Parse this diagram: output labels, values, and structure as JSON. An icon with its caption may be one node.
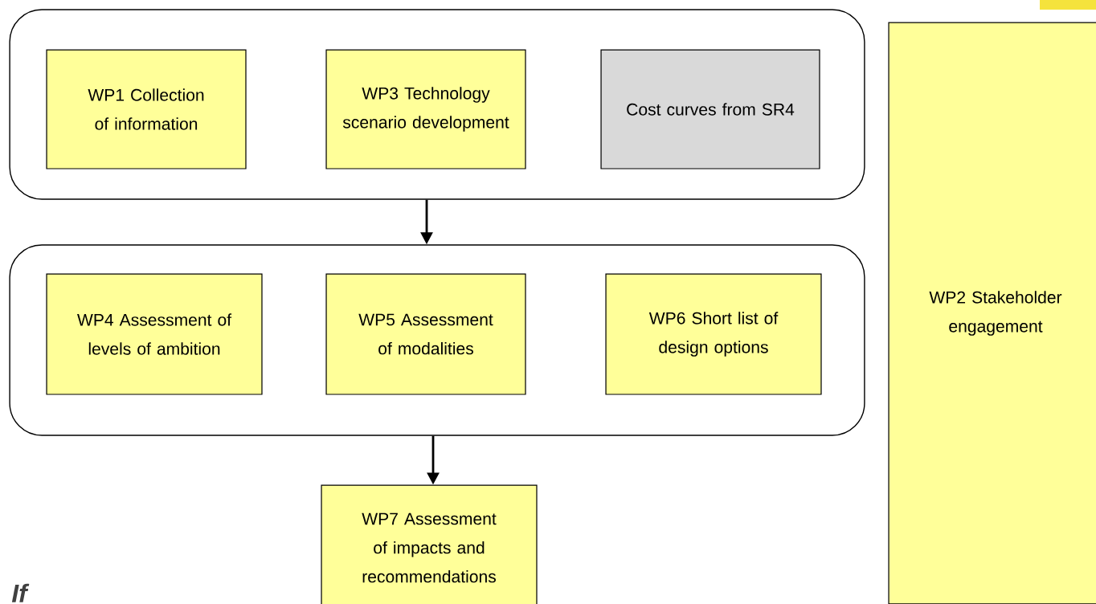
{
  "diagram": {
    "nodes": [
      {
        "text": [],
        "shape": "box"
      },
      {
        "text": [
          "WP1 Collection of information"
        ],
        "in": 0
      },
      {
        "text": [
          "WP3 Technology scenario development"
        ],
        "in": 0
      },
      {
        "text": [
          "Cost curves from SR4"
        ],
        "in": 0
      },
      {
        "text": [],
        "shape": "box"
      },
      {
        "text": [
          "WP4 Assessment of levels of ambition"
        ],
        "in": 4
      },
      {
        "text": [
          "WP5 Assessment of modalities"
        ],
        "in": 4
      },
      {
        "text": [
          "WP6 Short list of design options"
        ],
        "in": 4
      },
      {
        "text": [
          "WP7 Assessment of impacts and recommendations"
        ]
      },
      {
        "text": [
          "WP2 Stakeholder engagement"
        ]
      }
    ],
    "edges": [
      {
        "from": 0,
        "to": 4,
        "arrow": "to"
      },
      {
        "from": 4,
        "to": 8,
        "arrow": "to"
      }
    ],
    "labels": [
      "If"
    ]
  }
}
